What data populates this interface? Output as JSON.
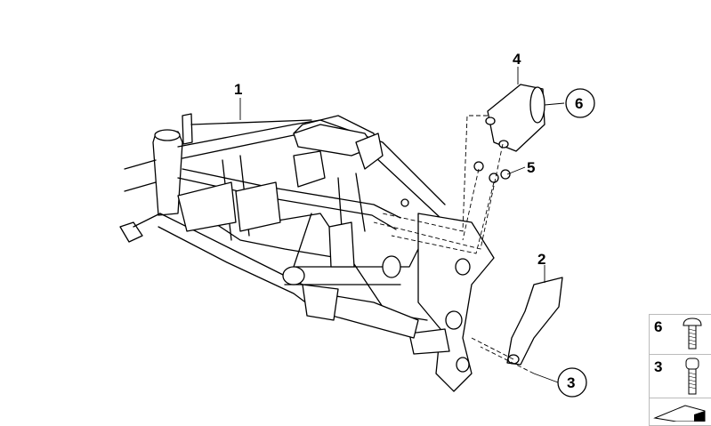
{
  "diagram": {
    "callouts": [
      {
        "id": "1",
        "label": "1"
      },
      {
        "id": "2",
        "label": "2"
      },
      {
        "id": "3",
        "label": "3"
      },
      {
        "id": "4",
        "label": "4"
      },
      {
        "id": "5",
        "label": "5"
      },
      {
        "id": "6",
        "label": "6"
      }
    ],
    "legend": [
      {
        "label": "6",
        "icon": "pan-head-screw-icon"
      },
      {
        "label": "3",
        "icon": "socket-head-screw-icon"
      }
    ]
  }
}
